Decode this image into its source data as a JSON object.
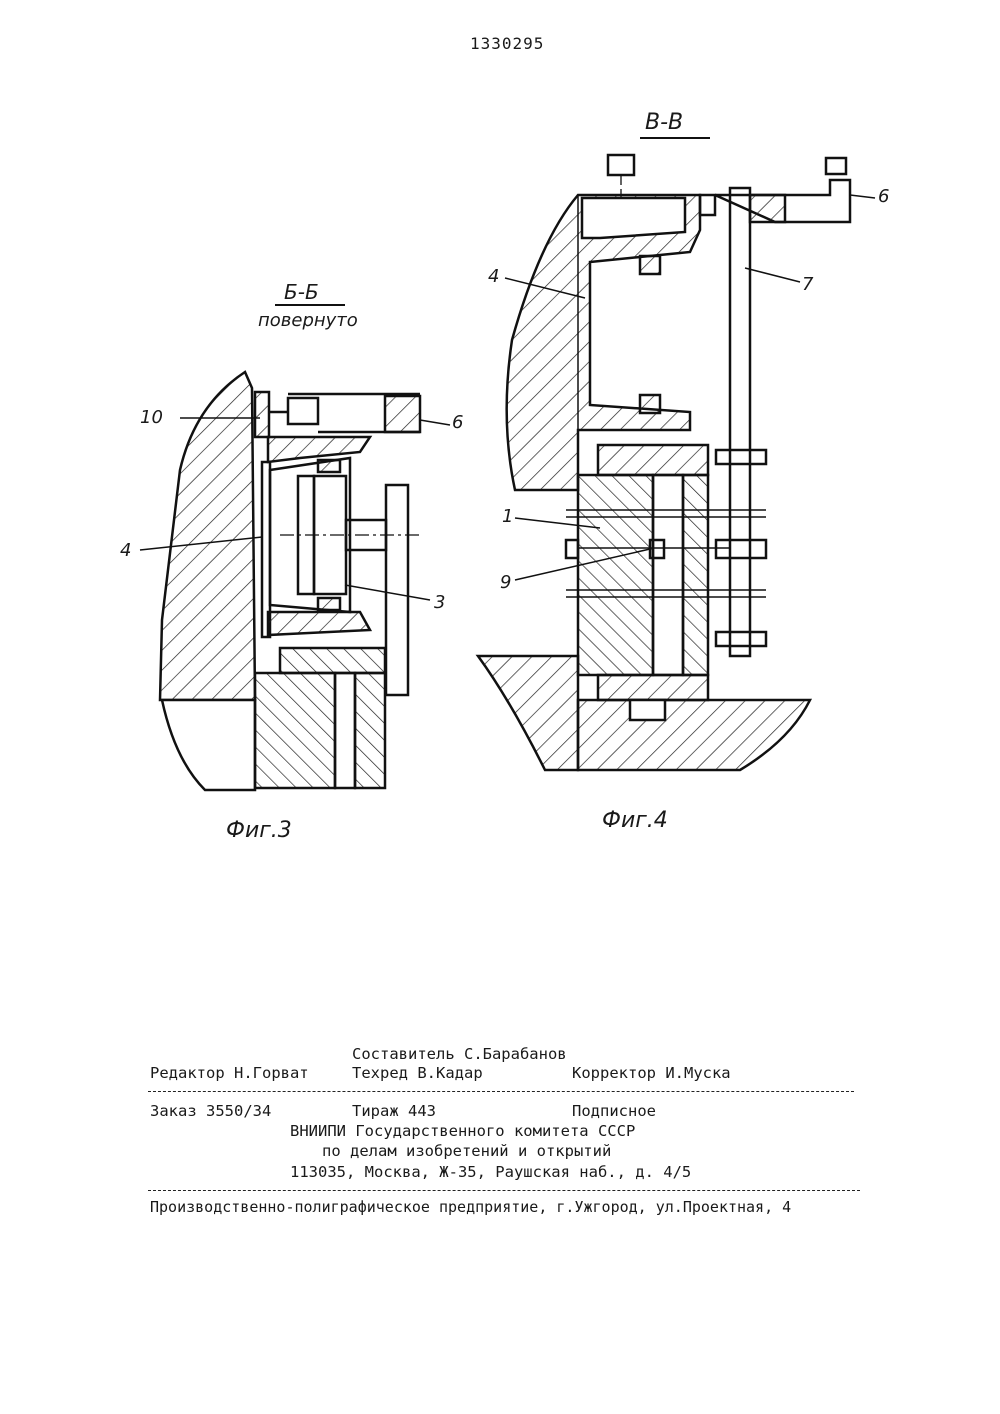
{
  "header": {
    "patent_number": "1330295"
  },
  "figures": {
    "fig3": {
      "section_title": "Б-Б",
      "section_note": "повернуто",
      "caption": "Фиг.3",
      "labels": [
        "10",
        "6",
        "4",
        "3"
      ]
    },
    "fig4": {
      "section_title": "В-В",
      "caption": "Фиг.4",
      "labels": [
        "4",
        "6",
        "7",
        "1",
        "9"
      ]
    }
  },
  "colophon": {
    "compiler": "Составитель С.Барабанов",
    "editor": "Редактор Н.Горват",
    "techred": "Техред В.Кадар",
    "corrector": "Корректор И.Муска",
    "order": "Заказ 3550/34",
    "circulation": "Тираж 443",
    "subscription": "Подписное",
    "org_line1": "ВНИИПИ Государственного комитета СССР",
    "org_line2": "по делам изобретений и открытий",
    "org_address": "113035, Москва, Ж-35, Раушская наб., д. 4/5",
    "printer": "Производственно-полиграфическое предприятие, г.Ужгород, ул.Проектная, 4"
  }
}
